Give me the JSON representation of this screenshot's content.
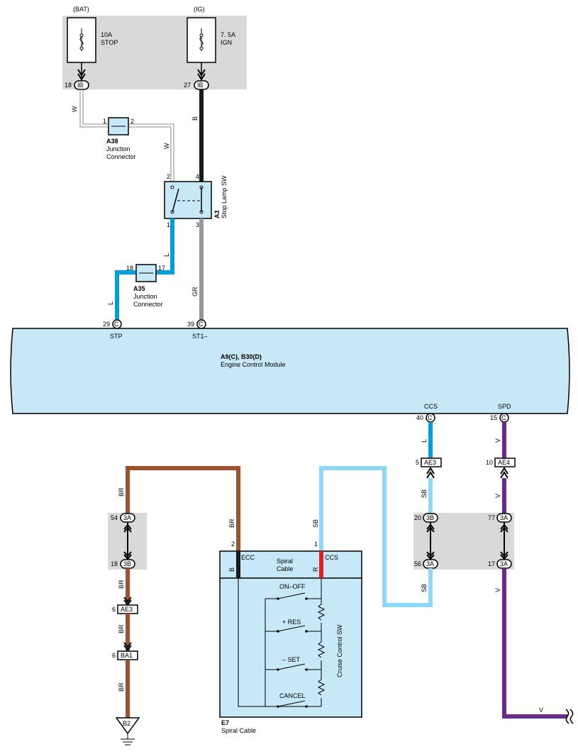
{
  "fuses": [
    {
      "source": "(BAT)",
      "rating": "10A",
      "name": "STOP",
      "pin": "18",
      "conn": "IB"
    },
    {
      "source": "(IG)",
      "rating": "7. 5A",
      "name": "IGN",
      "pin": "27",
      "conn": "IB"
    }
  ],
  "a38": {
    "code": "A38",
    "desc1": "Junction",
    "desc2": "Connector",
    "pin_left": "1",
    "pin_right": "2"
  },
  "a35": {
    "code": "A35",
    "desc1": "Junction",
    "desc2": "Connector",
    "pin_left": "18",
    "pin_right": "17"
  },
  "stop_sw": {
    "code": "A3",
    "desc": "Stop Lamp SW",
    "pin_tl": "2",
    "pin_tr": "4",
    "pin_bl": "1",
    "pin_br": "3"
  },
  "ecm": {
    "code": "A9(C), B30(D)",
    "desc": "Engine Control Module",
    "pins": [
      {
        "num": "29",
        "conn": "C",
        "name": "STP"
      },
      {
        "num": "39",
        "conn": "C",
        "name": "ST1–"
      },
      {
        "num": "40",
        "conn": "C",
        "name": "CCS"
      },
      {
        "num": "15",
        "conn": "C",
        "name": "SPD"
      }
    ]
  },
  "wires": {
    "w1": "W",
    "w2": "W",
    "b": "B",
    "l1": "L",
    "l2": "L",
    "gr": "GR",
    "l3": "L",
    "v1": "V",
    "sb1": "SB",
    "v2": "V",
    "sb2": "SB",
    "v3": "V",
    "v4": "V",
    "br1": "BR",
    "br2": "BR",
    "br3": "BR",
    "br4": "BR",
    "br5": "BR",
    "sb3": "SB",
    "b2": "B",
    "r": "R"
  },
  "connectors": {
    "ae3_top": {
      "pin": "5",
      "conn": "AE3"
    },
    "ae4": {
      "pin": "10",
      "conn": "AE4"
    },
    "c20": {
      "pin": "20",
      "conn": "3B"
    },
    "c77": {
      "pin": "77",
      "conn": "3A"
    },
    "c56": {
      "pin": "56",
      "conn": "3A"
    },
    "c17": {
      "pin": "17",
      "conn": "3A"
    },
    "c54": {
      "pin": "54",
      "conn": "3A"
    },
    "c18": {
      "pin": "18",
      "conn": "3B"
    },
    "ae3_left": {
      "pin": "6",
      "conn": "AE3"
    },
    "ba1": {
      "pin": "6",
      "conn": "BA1"
    },
    "ground": "B2"
  },
  "spiral": {
    "pin2": "2",
    "pin1": "1",
    "ecc": "ECC",
    "ccs": "CCS",
    "title1": "Spiral",
    "title2": "Cable",
    "sw_label": "Cruise Control SW",
    "switches": [
      "ON–OFF",
      "+ RES",
      "– SET",
      "CANCEL"
    ],
    "code": "E7",
    "desc": "Spiral Cable"
  },
  "colors": {
    "panel": "#d9d9d9",
    "ecm_fill": "#c6e8f7",
    "wire_black": "#1a1a1a",
    "wire_blue": "#00a0e0",
    "wire_lightblue": "#8ed8f8",
    "wire_gray": "#999999",
    "wire_brown": "#a0522d",
    "wire_violet": "#6b2a8a",
    "wire_red": "#e02020"
  }
}
